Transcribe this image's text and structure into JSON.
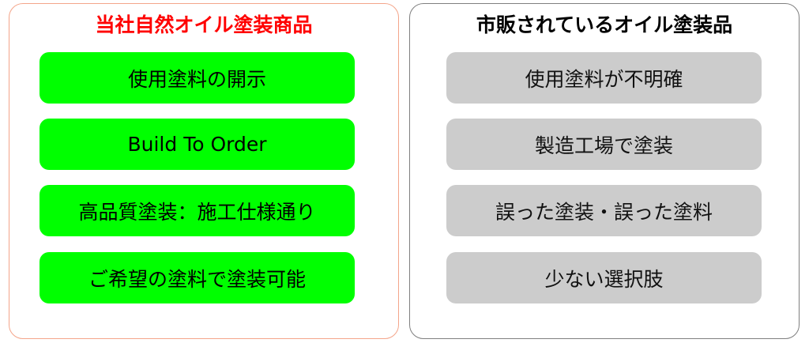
{
  "colors": {
    "left_border": "#f4a58a",
    "right_border": "#7f7f7f",
    "left_title": "#ff0000",
    "right_title": "#000000",
    "green_box": "#00ff00",
    "gray_box": "#cccccc"
  },
  "left_panel": {
    "title": "当社自然オイル塗装商品",
    "items": [
      {
        "label": "使用塗料の開示"
      },
      {
        "label": "Build To Order"
      },
      {
        "label": "高品質塗装：施工仕様通り"
      },
      {
        "label": "ご希望の塗料で塗装可能"
      }
    ]
  },
  "right_panel": {
    "title": "市販されているオイル塗装品",
    "items": [
      {
        "label": "使用塗料が不明確"
      },
      {
        "label": "製造工場で塗装"
      },
      {
        "label": "誤った塗装・誤った塗料"
      },
      {
        "label": "少ない選択肢"
      }
    ]
  }
}
